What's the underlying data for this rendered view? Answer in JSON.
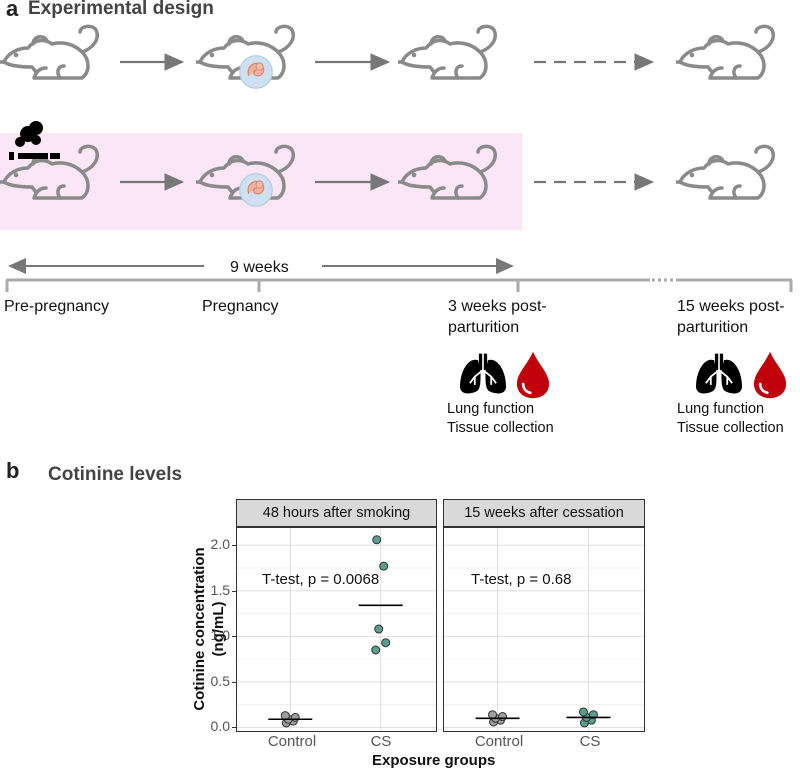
{
  "panel_a": {
    "letter": "a",
    "title": "Experimental design",
    "duration_label": "9 weeks",
    "timepoints": [
      {
        "label": "Pre-pregnancy"
      },
      {
        "label": "Pregnancy"
      },
      {
        "label": "3 weeks post-\nparturition"
      },
      {
        "label": "15 weeks post-\nparturition"
      }
    ],
    "collections": [
      {
        "line1": "Lung function",
        "line2": "Tissue collection"
      },
      {
        "line1": "Lung function",
        "line2": "Tissue collection"
      }
    ],
    "icons": [
      "mouse-icon",
      "embryo-icon",
      "cigarette-smoke-icon",
      "lungs-icon",
      "blood-drop-icon"
    ],
    "colors": {
      "mouse": "#8a8a8a",
      "smoke_band": "#fbe6f6",
      "blood": "#c0000a",
      "embryo": "#e9a18a"
    }
  },
  "panel_b": {
    "letter": "b",
    "title": "Cotinine levels",
    "chart_data": {
      "type": "scatter",
      "ylabel": "Cotinine concentration\n(ng/mL)",
      "xlabel": "Exposure groups",
      "categories": [
        "Control",
        "CS"
      ],
      "ylim": [
        -0.05,
        2.2
      ],
      "yticks": [
        "0.0",
        "0.5",
        "1.0",
        "1.5",
        "2.0"
      ],
      "grid": true,
      "facets": [
        {
          "title": "48 hours after smoking",
          "annotation": "T-test, p = 0.0068",
          "groups": [
            {
              "name": "Control",
              "color": "#9e9e9e",
              "values": [
                0.05,
                0.07,
                0.09,
                0.11,
                0.13
              ],
              "mean": 0.09
            },
            {
              "name": "CS",
              "color": "#5a9e8f",
              "values": [
                2.06,
                1.77,
                1.08,
                0.93,
                0.85
              ],
              "mean": 1.34
            }
          ]
        },
        {
          "title": "15 weeks after cessation",
          "annotation": "T-test, p = 0.68",
          "groups": [
            {
              "name": "Control",
              "color": "#9e9e9e",
              "values": [
                0.06,
                0.08,
                0.1,
                0.12,
                0.14
              ],
              "mean": 0.1
            },
            {
              "name": "CS",
              "color": "#5a9e8f",
              "values": [
                0.05,
                0.08,
                0.11,
                0.14,
                0.17
              ],
              "mean": 0.11
            }
          ]
        }
      ]
    }
  }
}
